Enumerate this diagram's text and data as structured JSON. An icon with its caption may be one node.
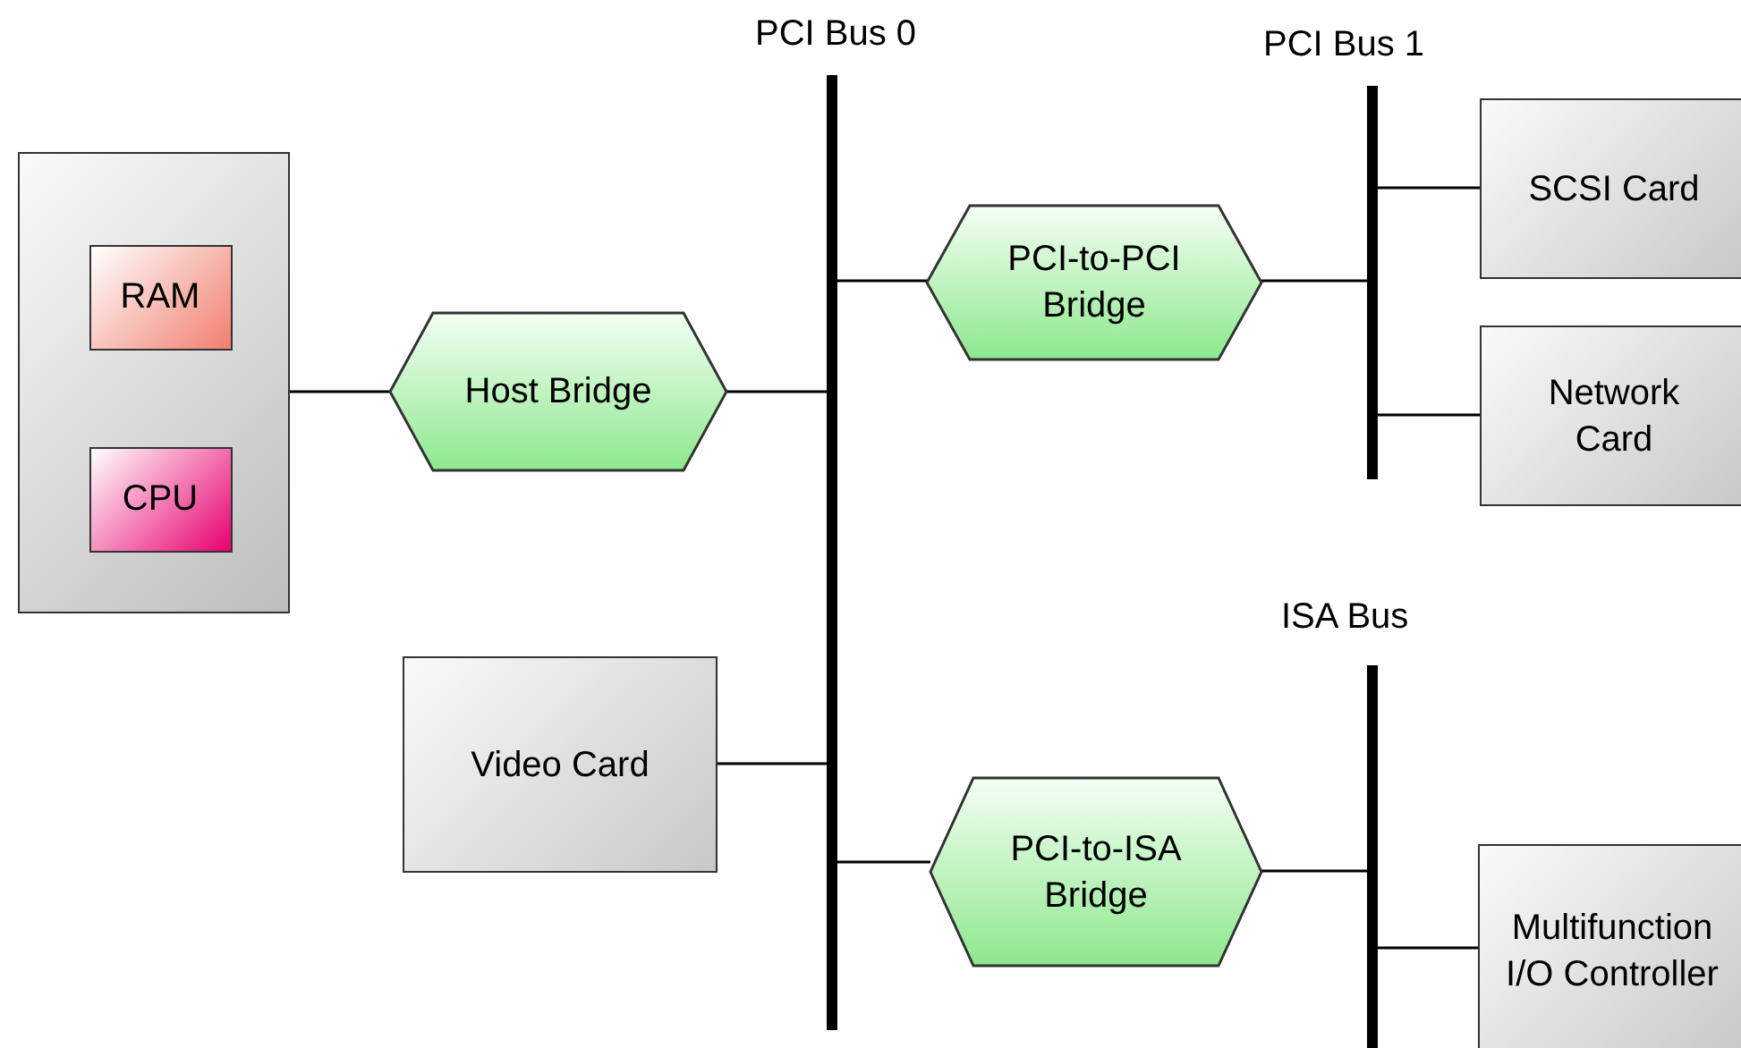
{
  "diagram": {
    "nodes": [
      {
        "text": [],
        "shape": "box"
      },
      {
        "text": [
          "RAM"
        ],
        "in": 0
      },
      {
        "text": [
          "CPU"
        ],
        "in": 0
      },
      {
        "text": [
          "Host Bridge"
        ]
      },
      {
        "text": [
          "PCI Bus 0"
        ]
      },
      {
        "text": [
          "PCI-to-PCI Bridge"
        ]
      },
      {
        "text": [
          "PCI Bus 1"
        ]
      },
      {
        "text": [
          "SCSI Card"
        ]
      },
      {
        "text": [
          "Network Card"
        ]
      },
      {
        "text": [
          "Video Card"
        ]
      },
      {
        "text": [
          "PCI-to-ISA Bridge"
        ]
      },
      {
        "text": [
          "ISA Bus"
        ]
      },
      {
        "text": [
          "Multifunction I/O Controller"
        ]
      }
    ],
    "edges": [
      {
        "from": 0,
        "to": 3,
        "arrow": "none"
      },
      {
        "from": 3,
        "to": 4,
        "arrow": "none"
      },
      {
        "from": 4,
        "to": 5,
        "arrow": "none"
      },
      {
        "from": 5,
        "to": 6,
        "arrow": "none"
      },
      {
        "from": 6,
        "to": 7,
        "arrow": "none"
      },
      {
        "from": 6,
        "to": 8,
        "arrow": "none"
      },
      {
        "from": 9,
        "to": 4,
        "arrow": "none"
      },
      {
        "from": 4,
        "to": 10,
        "arrow": "none"
      },
      {
        "from": 10,
        "to": 11,
        "arrow": "none"
      },
      {
        "from": 11,
        "to": 12,
        "arrow": "none"
      }
    ]
  }
}
